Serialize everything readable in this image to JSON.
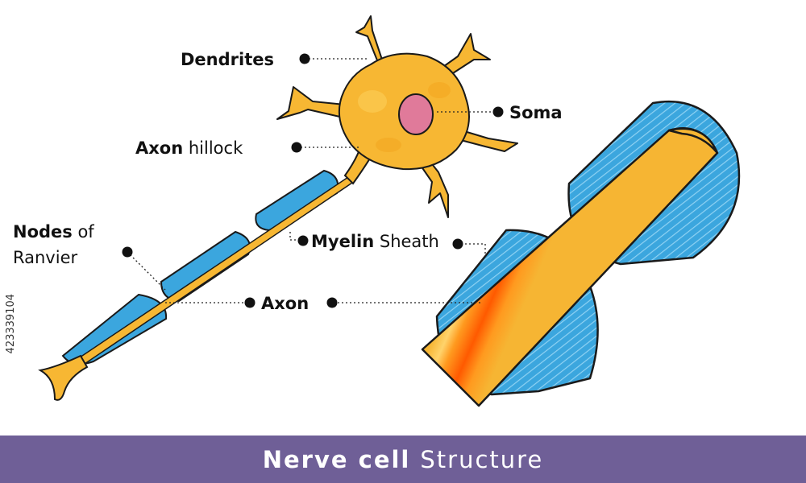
{
  "labels": {
    "dendrites": "Dendrites",
    "soma": "Soma",
    "axon_hillock_bold": "Axon",
    "axon_hillock_rest": " hillock",
    "nodes_bold": "Nodes",
    "nodes_rest": " of",
    "nodes_line2": "Ranvier",
    "myelin_bold": "Myelin",
    "myelin_rest": " Sheath",
    "axon": "Axon"
  },
  "footer": {
    "title_bold": "Nerve cell",
    "title_rest": "Structure"
  },
  "stock_id": "423339104",
  "colors": {
    "cell_body": "#f7b733",
    "nucleus": "#e07a9a",
    "myelin": "#3ba6de",
    "axon_core": "#ff5a00",
    "footer_bg": "#6f5f97"
  }
}
